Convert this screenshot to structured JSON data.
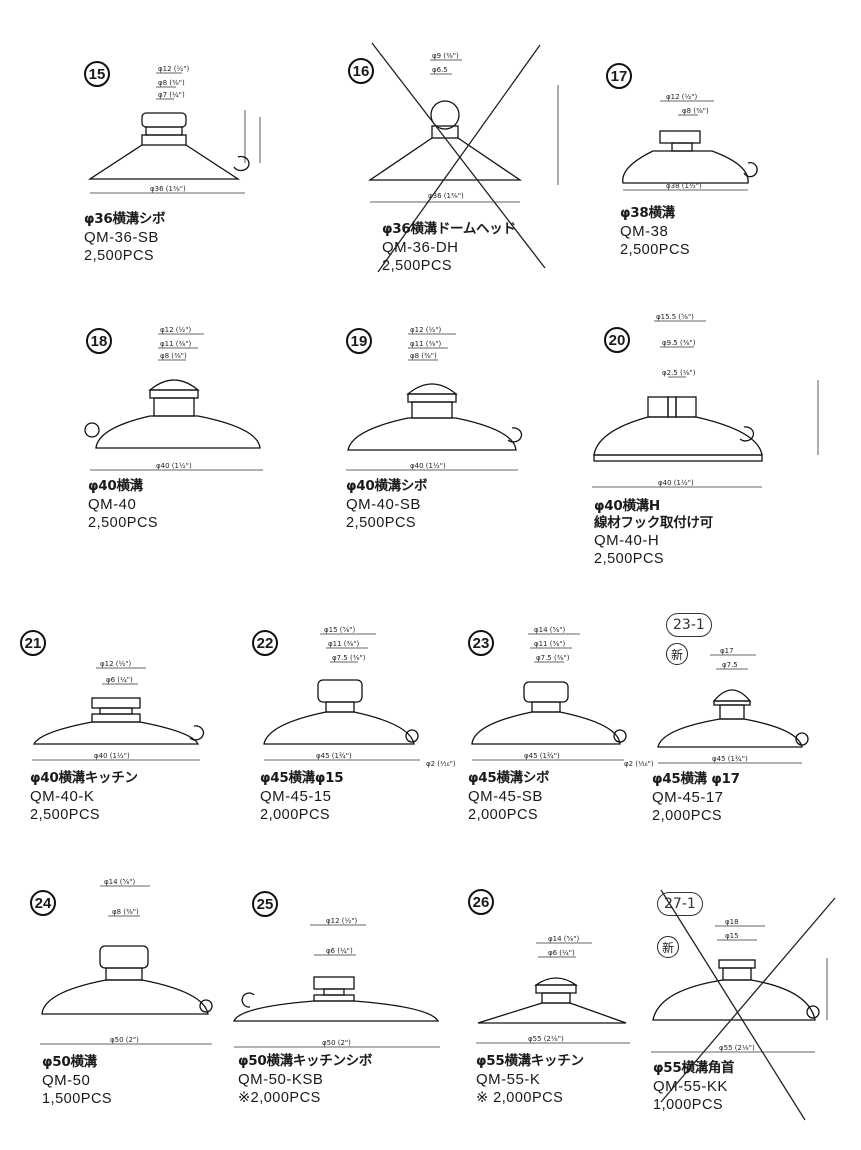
{
  "items": [
    {
      "num": "15",
      "name": "φ36横溝シボ",
      "code": "QM-36-SB",
      "qty": "2,500PCS",
      "dims_top": [
        "φ12 (½\")",
        "φ8 (⅜\")",
        "φ7 (¼\")"
      ],
      "dim_bottom": "φ36 (1⅜\")"
    },
    {
      "num": "16",
      "name": "φ36横溝ドームヘッド",
      "code": "QM-36-DH",
      "qty": "2,500PCS",
      "dims_top": [
        "φ9 (⅜\")",
        "φ6.5"
      ],
      "dim_bottom": "φ36 (1⅜\")",
      "discontinued": true
    },
    {
      "num": "17",
      "name": "φ38横溝",
      "code": "QM-38",
      "qty": "2,500PCS",
      "dims_top": [
        "φ12 (½\")",
        "φ8 (⅜\")"
      ],
      "dim_bottom": "φ38 (1½\")"
    },
    {
      "num": "18",
      "name": "φ40横溝",
      "code": "QM-40",
      "qty": "2,500PCS",
      "dims_top": [
        "φ12 (½\")",
        "φ11 (⅜\")",
        "φ8 (⅜\")"
      ],
      "dim_bottom": "φ40 (1½\")"
    },
    {
      "num": "19",
      "name": "φ40横溝シボ",
      "code": "QM-40-SB",
      "qty": "2,500PCS",
      "dims_top": [
        "φ12 (½\")",
        "φ11 (⅜\")",
        "φ8 (⅜\")"
      ],
      "dim_bottom": "φ40 (1½\")"
    },
    {
      "num": "20",
      "name": "φ40横溝H",
      "note": "線材フック取付け可",
      "code": "QM-40-H",
      "qty": "2,500PCS",
      "dims_top": [
        "φ15.5 (⅝\")",
        "φ9.5 (⅜\")",
        "φ2.5 (⅛\")"
      ],
      "dim_bottom": "φ40 (1½\")"
    },
    {
      "num": "21",
      "name": "φ40横溝キッチン",
      "code": "QM-40-K",
      "qty": "2,500PCS",
      "dims_top": [
        "φ12 (½\")",
        "φ6 (¼\")"
      ],
      "dim_bottom": "φ40 (1½\")"
    },
    {
      "num": "22",
      "name": "φ45横溝φ15",
      "code": "QM-45-15",
      "qty": "2,000PCS",
      "dims_top": [
        "φ15 (⅝\")",
        "φ11 (⅜\")",
        "φ7.5 (⅜\")"
      ],
      "dim_bottom": "φ45 (1¾\")",
      "dim_side": "φ2 (⅟₁₆\")"
    },
    {
      "num": "23",
      "name": "φ45横溝シボ",
      "code": "QM-45-SB",
      "qty": "2,000PCS",
      "dims_top": [
        "φ14 (⅝\")",
        "φ11 (⅜\")",
        "φ7.5 (⅜\")"
      ],
      "dim_bottom": "φ45 (1¾\")",
      "dim_side": "φ2 (⅟₁₆\")"
    },
    {
      "num": "23-1",
      "shin": "新",
      "name": "φ45横溝 φ17",
      "code": "QM-45-17",
      "qty": "2,000PCS",
      "dims_top": [
        "φ17",
        "φ7.5"
      ],
      "dim_bottom": "φ45 (1¾\")"
    },
    {
      "num": "24",
      "name": "φ50横溝",
      "code": "QM-50",
      "qty": "1,500PCS",
      "dims_top": [
        "φ14 (⅝\")",
        "φ8 (⅜\")"
      ],
      "dim_bottom": "φ50 (2\")"
    },
    {
      "num": "25",
      "name": "φ50横溝キッチンシボ",
      "code": "QM-50-KSB",
      "qty": "※2,000PCS",
      "dims_top": [
        "φ12 (½\")",
        "φ6 (¼\")"
      ],
      "dim_bottom": "φ50 (2\")"
    },
    {
      "num": "26",
      "name": "φ55横溝キッチン",
      "code": "QM-55-K",
      "qty": "※ 2,000PCS",
      "dims_top": [
        "φ14 (⅝\")",
        "φ6 (¼\")"
      ],
      "dim_bottom": "φ55 (2⅛\")"
    },
    {
      "num": "27-1",
      "shin": "新",
      "name": "φ55横溝角首",
      "code": "QM-55-KK",
      "qty": "1,000PCS",
      "dims_top": [
        "φ18",
        "φ15"
      ],
      "dim_bottom": "φ55 (2⅛\")",
      "discontinued": true
    }
  ]
}
